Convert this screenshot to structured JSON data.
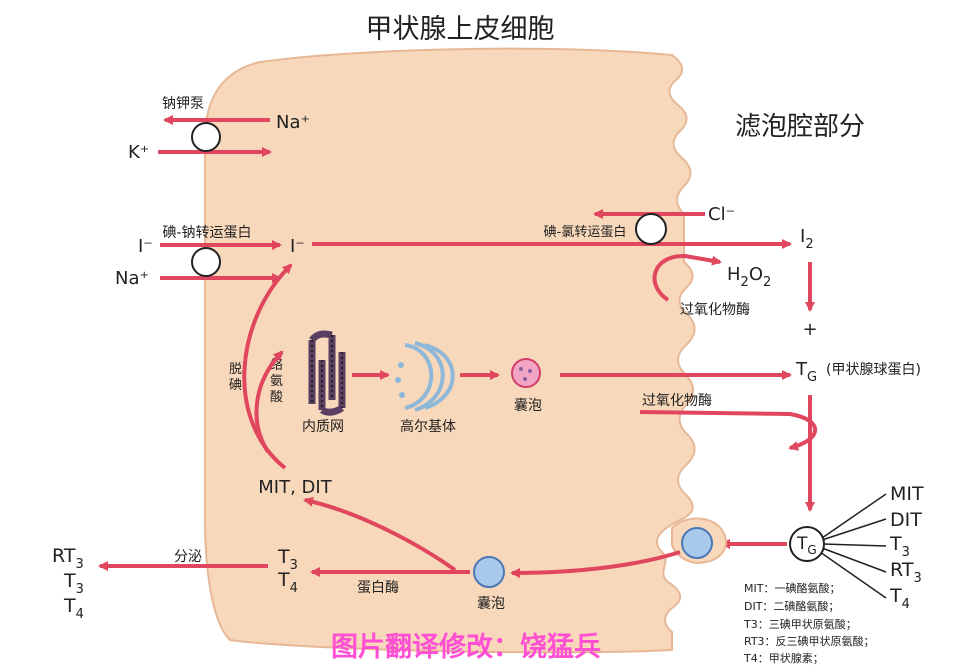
{
  "title": "甲状腺上皮细胞",
  "lumen_label": "滤泡腔部分",
  "transport": {
    "pump_label": "钠钾泵",
    "na_out": "Na⁺",
    "k_in": "K⁺",
    "symporter_label": "碘-钠转运蛋白",
    "iodide_ext": "I⁻",
    "na_in": "Na⁺",
    "iodide_int": "I⁻",
    "chloride_label": "碘-氯转运蛋白",
    "chloride_ion": "Cl⁻"
  },
  "oxidation": {
    "i2_main": "I",
    "i2_sub": "2",
    "h2o2": {
      "p1": "H",
      "s1": "2",
      "p2": "O",
      "s2": "2"
    },
    "enzyme1": "过氧化物酶",
    "plus": "+",
    "tg_main": "T",
    "tg_sub": "G",
    "tg_desc": "(甲状腺球蛋白)",
    "enzyme2": "过氧化物酶"
  },
  "synthesis": {
    "amino_acid": [
      "络",
      "氨",
      "酸"
    ],
    "deiodination": [
      "脱",
      "碘"
    ],
    "er_label": "内质网",
    "golgi_label": "高尔基体",
    "vesicle_label": "囊泡",
    "mit_dit": "MIT, DIT"
  },
  "secretion": {
    "t3_main": "T",
    "t3_sub": "3",
    "t4_main": "T",
    "t4_sub": "4",
    "protease": "蛋白酶",
    "vesicle2_label": "囊泡",
    "secrete": "分泌",
    "out_rt3_main": "RT",
    "out_rt3_sub": "3",
    "out_t3_main": "T",
    "out_t3_sub": "3",
    "out_t4_main": "T",
    "out_t4_sub": "4"
  },
  "tg_breakdown": {
    "node_main": "T",
    "node_sub": "G",
    "products": [
      {
        "main": "MIT",
        "sub": ""
      },
      {
        "main": "DIT",
        "sub": ""
      },
      {
        "main": "T",
        "sub": "3"
      },
      {
        "main": "RT",
        "sub": "3"
      },
      {
        "main": "T",
        "sub": "4"
      }
    ]
  },
  "legend": [
    "MIT：一碘酪氨酸；",
    "DIT：二碘酪氨酸；",
    "T3：三碘甲状原氨酸；",
    "RT3：反三碘甲状原氨酸；",
    "T4：甲状腺素；"
  ],
  "watermark": "图片翻译修改：饶猛兵",
  "colors": {
    "cell_fill": "#f8d8bb",
    "arrow": "#e0475e",
    "vesicle_pink": "#f2a6c4",
    "vesicle_blue": "#a9c9ea",
    "watermark": "#ff4fd2"
  }
}
